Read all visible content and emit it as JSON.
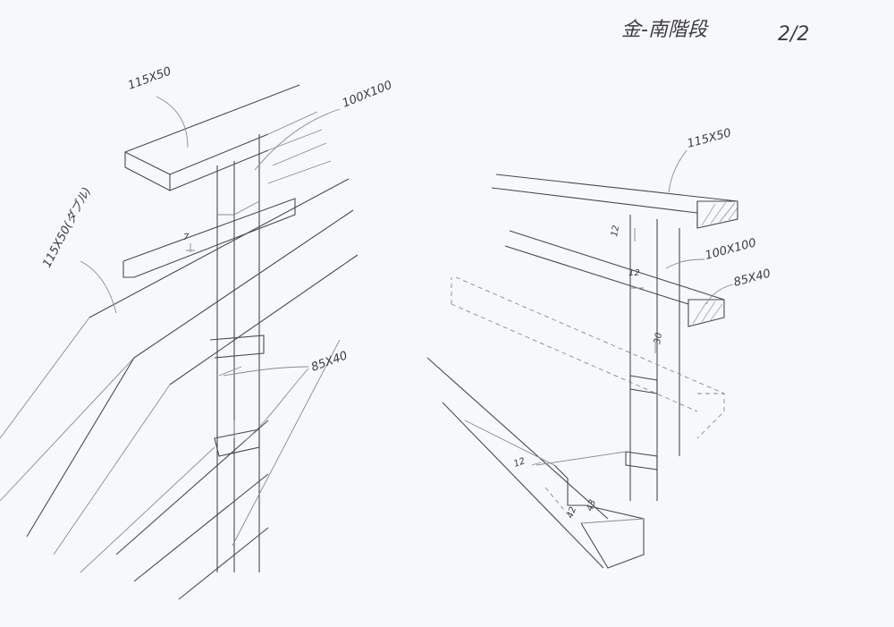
{
  "header": {
    "title": "金-南階段",
    "page": "2/2"
  },
  "left_drawing": {
    "top_rail_label": "115X50",
    "post_label": "100X100",
    "double_rail_label": "115X50(ダブル)",
    "gap_dim": "7",
    "mid_rail_label": "85X40"
  },
  "right_drawing": {
    "top_rail_label": "115X50",
    "post_label": "100X100",
    "mid_rail_label": "85X40",
    "dim_top_notch": "12",
    "dim_mid_notch": "12",
    "dim_post_cut": "30",
    "dim_stringer_notch": "12",
    "dim_a": "42",
    "dim_b": "43"
  },
  "colors": {
    "paper": "#f7f8fa",
    "pencil": "#4a4a4e"
  }
}
